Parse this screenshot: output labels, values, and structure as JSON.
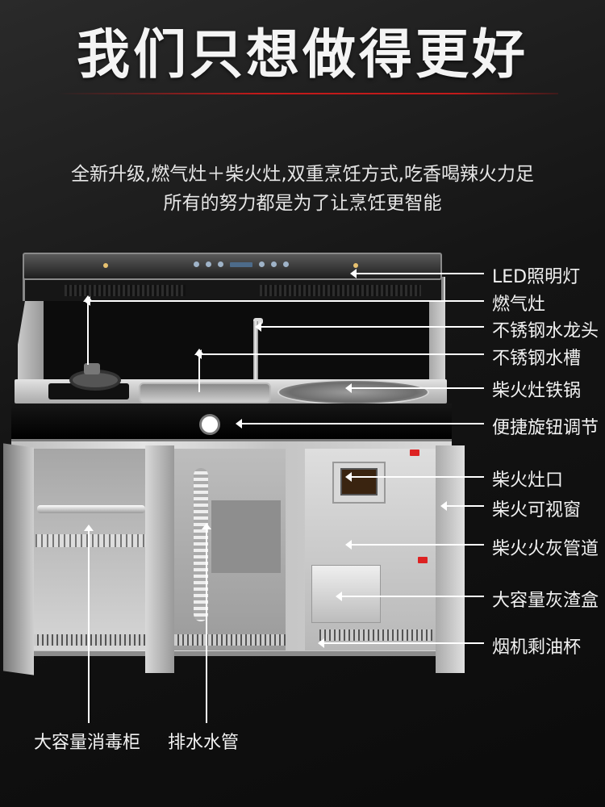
{
  "title": "我们只想做得更好",
  "subtitle": {
    "line1": "全新升级,燃气灶＋柴火灶,双重烹饪方式,吃香喝辣火力足",
    "line2": "所有的努力都是为了让烹饪更智能"
  },
  "labels": {
    "led_light": "LED照明灯",
    "gas_stove": "燃气灶",
    "faucet": "不锈钢水龙头",
    "sink": "不锈钢水槽",
    "iron_wok": "柴火灶铁锅",
    "knob": "便捷旋钮调节",
    "fire_mouth": "柴火灶口",
    "fire_window": "柴火可视窗",
    "ash_duct": "柴火火灰管道",
    "ash_box": "大容量灰渣盒",
    "oil_cup": "烟机剩油杯",
    "disinfection_cabinet": "大容量消毒柜",
    "drain_pipe": "排水水管"
  },
  "colors": {
    "background": "#141414",
    "accent_line": "#c21a1a",
    "text": "#ffffff"
  }
}
